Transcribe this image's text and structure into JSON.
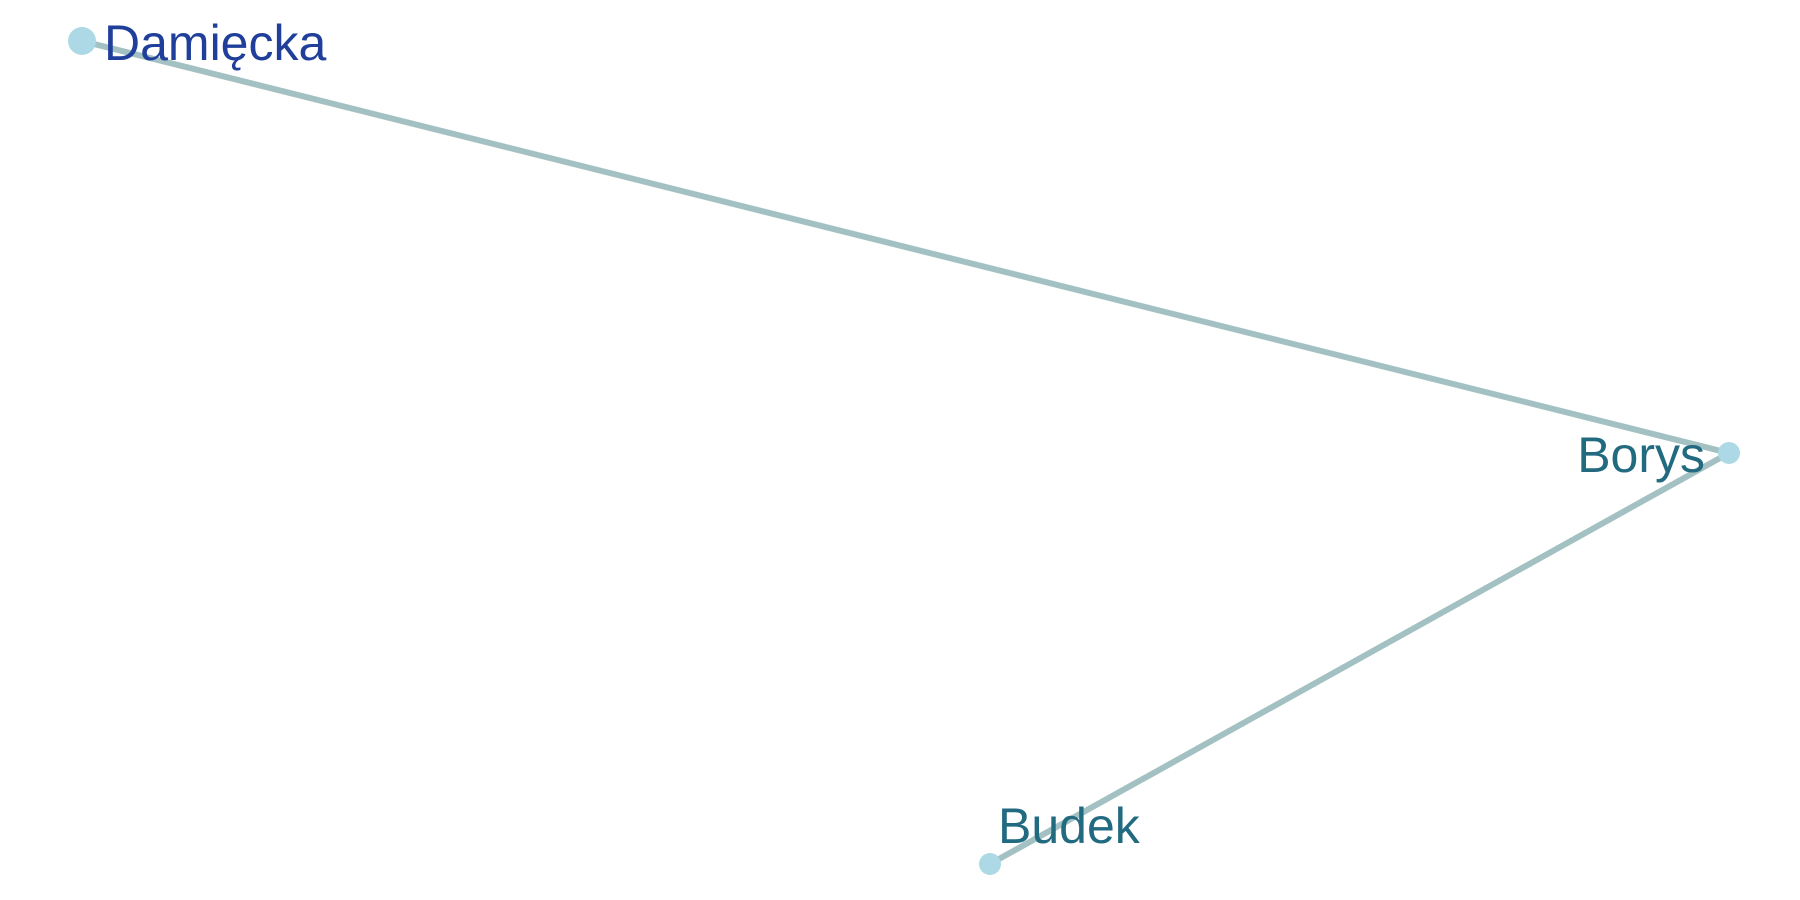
{
  "graph": {
    "colors": {
      "background": "#ffffff",
      "edge": "#a3c1c2",
      "node": "#add8e6",
      "label_primary": "#1f3f9a",
      "label_secondary": "#226a80"
    },
    "nodes": [
      {
        "id": "damiecka",
        "label": "Damięcka",
        "label_color": "#1f3f9a",
        "emphasis": "large"
      },
      {
        "id": "borys",
        "label": "Borys",
        "label_color": "#226a80",
        "emphasis": "medium"
      },
      {
        "id": "budek",
        "label": "Budek",
        "label_color": "#226a80",
        "emphasis": "medium"
      }
    ],
    "edges": [
      {
        "source": "damiecka",
        "target": "borys"
      },
      {
        "source": "borys",
        "target": "budek"
      }
    ]
  }
}
